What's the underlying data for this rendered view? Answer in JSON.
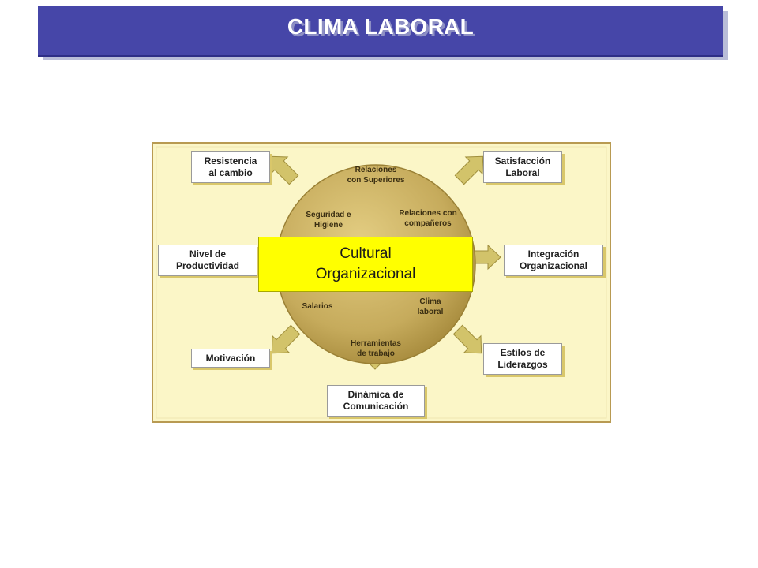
{
  "title": "CLIMA LABORAL",
  "diagram": {
    "colors": {
      "panel": "#fbf6c7",
      "circle": "#c9b061",
      "arrow": "#d2c36a",
      "overlay": "#ffff00"
    },
    "outer_labels": {
      "resistencia": "Resistencia\nal cambio",
      "satisfaccion": "Satisfacción\nLaboral",
      "nivel": "Nivel de\nProductividad",
      "integracion": "Integración\nOrganizacional",
      "motivacion": "Motivación",
      "estilos": "Estilos de\nLiderazgos",
      "dinamica": "Dinámica de\nComunicación"
    },
    "inner_labels": {
      "relaciones_superiores": "Relaciones\ncon Superiores",
      "seguridad": "Seguridad e\nHigiene",
      "relaciones_companeros": "Relaciones con\ncompañeros",
      "salarios": "Salarios",
      "clima": "Clima\nlaboral",
      "herramientas": "Herramientas\nde trabajo"
    }
  },
  "overlay": {
    "text": "Cultural\nOrganizacional"
  }
}
